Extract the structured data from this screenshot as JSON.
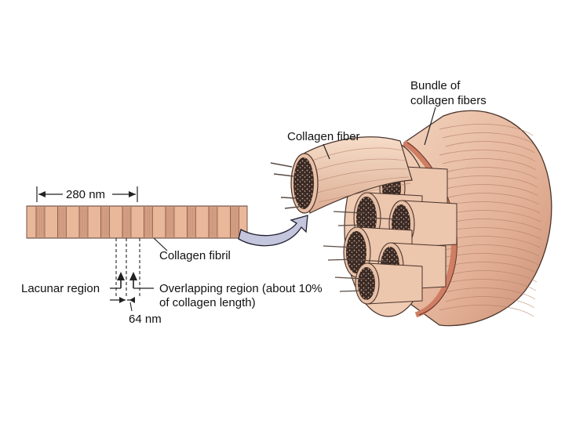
{
  "labels": {
    "bundle_line1": "Bundle of",
    "bundle_line2": "collagen fibers",
    "collagen_fiber": "Collagen fiber",
    "dimension_280": "280 nm",
    "collagen_fibril": "Collagen fibril",
    "lacunar_region": "Lacunar region",
    "overlap_line1": "Overlapping region (about 10%",
    "overlap_line2": "of collagen length)",
    "dimension_64": "64 nm"
  },
  "colors": {
    "fibril_fill": "#e9b79a",
    "fibril_band_dark": "#b98670",
    "fiber_fill": "#f1cdb4",
    "fiber_shade": "#d9a98e",
    "sheath": "#cf7d63",
    "core": "#3a2a24",
    "arrow_fill": "#c4c6de",
    "line": "#222222"
  }
}
